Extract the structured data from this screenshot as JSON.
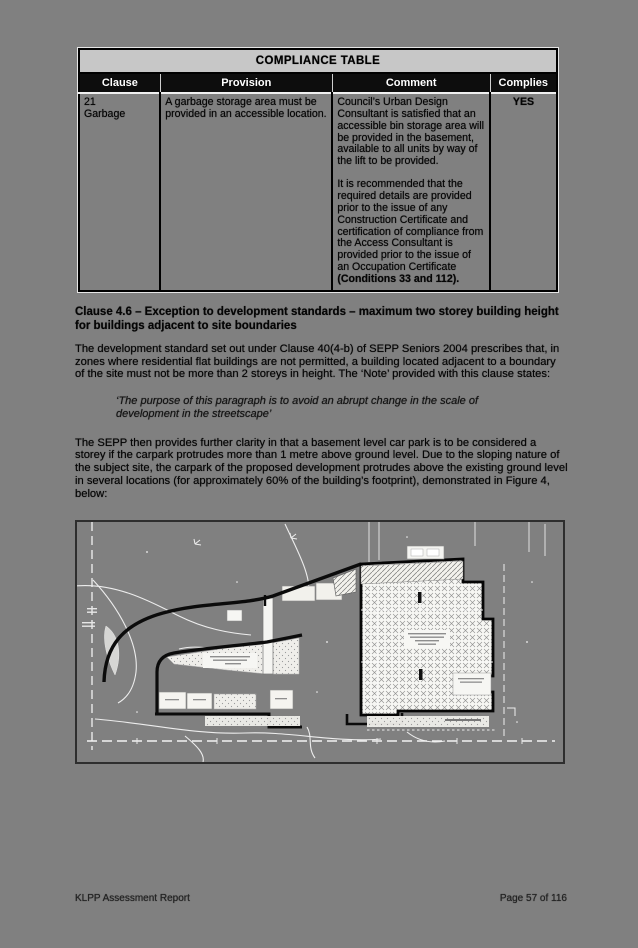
{
  "table": {
    "title": "COMPLIANCE TABLE",
    "headers": [
      "Clause",
      "Provision",
      "Comment",
      "Complies"
    ],
    "row": {
      "clause_number": "21",
      "clause_name": "Garbage",
      "provision": "A garbage storage area must be provided in an accessible location.",
      "comment_para1": "Council’s Urban Design Consultant is satisfied that an accessible bin storage area will be provided in the basement, available to all units by way of the lift to be provided.",
      "comment_para2": "It is recommended that the required details are provided prior to the issue of any Construction Certificate and certification of compliance from the Access Consultant is provided prior to the issue of an Occupation Certificate ",
      "comment_para2_bold": "(Conditions 33 and 112).",
      "complies": "YES"
    }
  },
  "body": {
    "heading": "Clause 4.6 – Exception to development standards – maximum two storey building height for buildings adjacent to site boundaries",
    "para1": "The development standard set out under Clause 40(4-b) of SEPP Seniors 2004 prescribes that, in zones where residential flat buildings are not permitted, a building located adjacent to a boundary of the site must not be more than 2 storeys in height. The ‘Note’ provided with this clause states:",
    "quote": "‘The purpose of this paragraph is to avoid an abrupt change in the scale of development in the streetscape’",
    "para2": "The SEPP then provides further clarity in that a basement level car park is to be considered a storey if the carpark protrudes more than 1 metre above ground level. Due to the sloping nature of the subject site, the carpark of the proposed development protrudes above the existing ground level in several locations (for approximately 60% of the building’s footprint), demonstrated in Figure 4, below:"
  },
  "footer": {
    "left": "KLPP Assessment Report",
    "right": "Page 57 of 116"
  }
}
